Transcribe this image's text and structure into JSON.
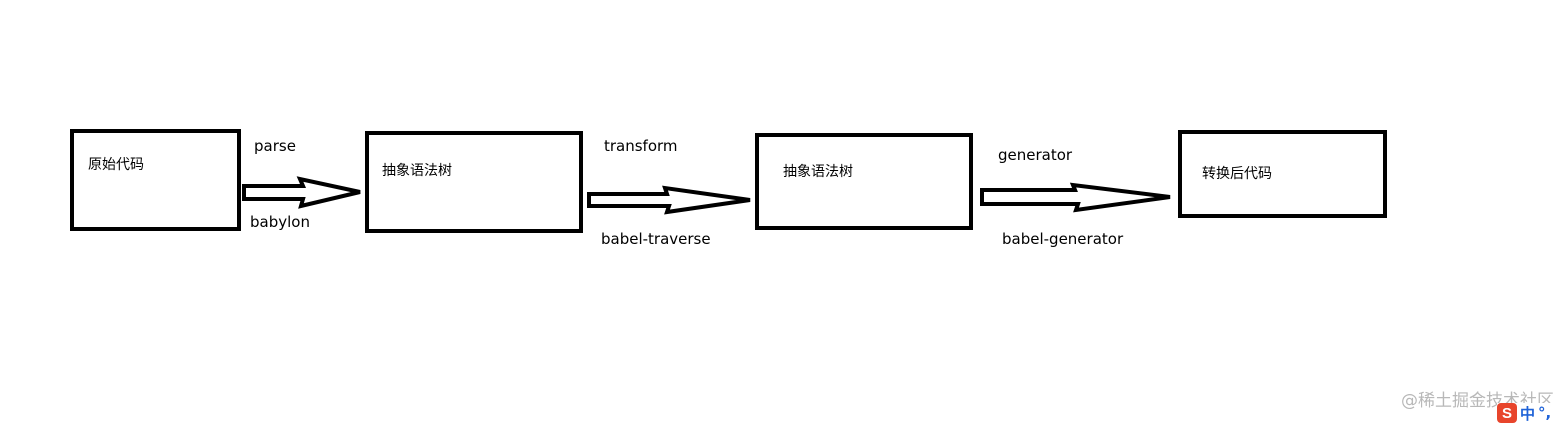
{
  "nodes": [
    {
      "id": "source-code",
      "label": "原始代码"
    },
    {
      "id": "ast-1",
      "label": "抽象语法树"
    },
    {
      "id": "ast-2",
      "label": "抽象语法树"
    },
    {
      "id": "output-code",
      "label": "转换后代码"
    }
  ],
  "edges": [
    {
      "from": "source-code",
      "to": "ast-1",
      "top_label": "parse",
      "bottom_label": "babylon"
    },
    {
      "from": "ast-1",
      "to": "ast-2",
      "top_label": "transform",
      "bottom_label": "babel-traverse"
    },
    {
      "from": "ast-2",
      "to": "output-code",
      "top_label": "generator",
      "bottom_label": "babel-generator"
    }
  ],
  "watermark": "@稀土掘金技术社区",
  "ime_indicator": {
    "logo": "S",
    "mode": "中",
    "punct": "°,"
  },
  "colors": {
    "stroke": "#000000",
    "watermark": "#b8b8b8",
    "ime_logo": "#e8452c",
    "ime_text": "#1f63d8"
  }
}
